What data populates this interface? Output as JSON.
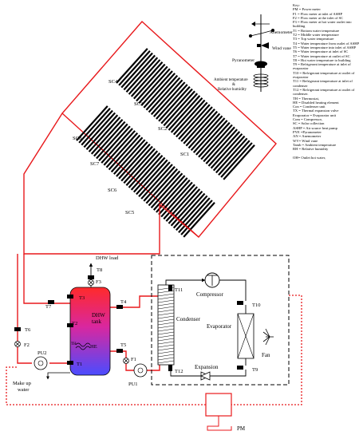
{
  "key": {
    "title": "Key:",
    "items": [
      "PM = Power meter",
      "F1 = Flow meter at inlet of ASHP",
      "F2 = Flow meter at the inlet of SC",
      "F3 = Flow meter at hot water outlet into building",
      "T1 = Bottom water temperature",
      "T2 = Middle water temperature",
      "T3 = Top water temperature",
      "T4 = Water temperature from outlet of ASHP",
      "T5 = Water temperature into inlet of ASHP",
      "T6 = Water temperature at inlet of SC",
      "T7 = Water temperature at outlet of SC",
      "T8 = Hot water temperature to building",
      "T9 = Refrigerant temperature at inlet of evaporator",
      "T10 = Refrigerant temperature at outlet of evaporator",
      "T11 = Refrigerant temperature at inlet of condenser",
      "T12 = Refrigerant temperature at outlet of condenser.",
      "TH = Thermostat,",
      "HE = Disabled heating element",
      "Con = Condenser unit",
      "TX = Thermal expansion valve",
      "Evaporator = Evaporator unit",
      "Com = Compressor,",
      "SC = Solar collection",
      "ASHP = Air source heat pump",
      "PYE =Pyranometer",
      "AN = Anemometer",
      "WV= Wind vane",
      "Tamb = Ambient temperature",
      "RH = Relative humidity",
      "",
      "OH= Outlet hot water,"
    ]
  },
  "collectors": [
    "SC1",
    "SC2",
    "SC3",
    "SC4",
    "SC5",
    "SC6",
    "SC7",
    "SC8"
  ],
  "sensors": {
    "anemometer": "Anemometer",
    "wind_vane": "Wind vane",
    "pyranometer": "Pyranometer",
    "ambient_l1": "Ambient temperature",
    "ambient_l2": "&",
    "ambient_l3": "Relative humidity"
  },
  "tank": {
    "l1": "DHW",
    "l2": "tank",
    "th": "TH",
    "he": "HE"
  },
  "dhw_load": "DHW load",
  "makeup_l1": "Make up",
  "makeup_l2": "water",
  "pumps": [
    "PU1",
    "PU2"
  ],
  "flow_meters": [
    "F1",
    "F2",
    "F3"
  ],
  "temps": [
    "T1",
    "T2",
    "T3",
    "T4",
    "T5",
    "T6",
    "T7",
    "T8",
    "T9",
    "T10",
    "T11",
    "T12"
  ],
  "hp": {
    "compressor": "Compressor",
    "condenser": "Condenser",
    "evaporator": "Evaporator",
    "expansion": "Expansion",
    "fan": "Fan"
  },
  "pm": "PM",
  "colors": {
    "pipe": "#e8191c",
    "tank_top": "#ff2a2a",
    "tank_bottom": "#4a4cff"
  }
}
